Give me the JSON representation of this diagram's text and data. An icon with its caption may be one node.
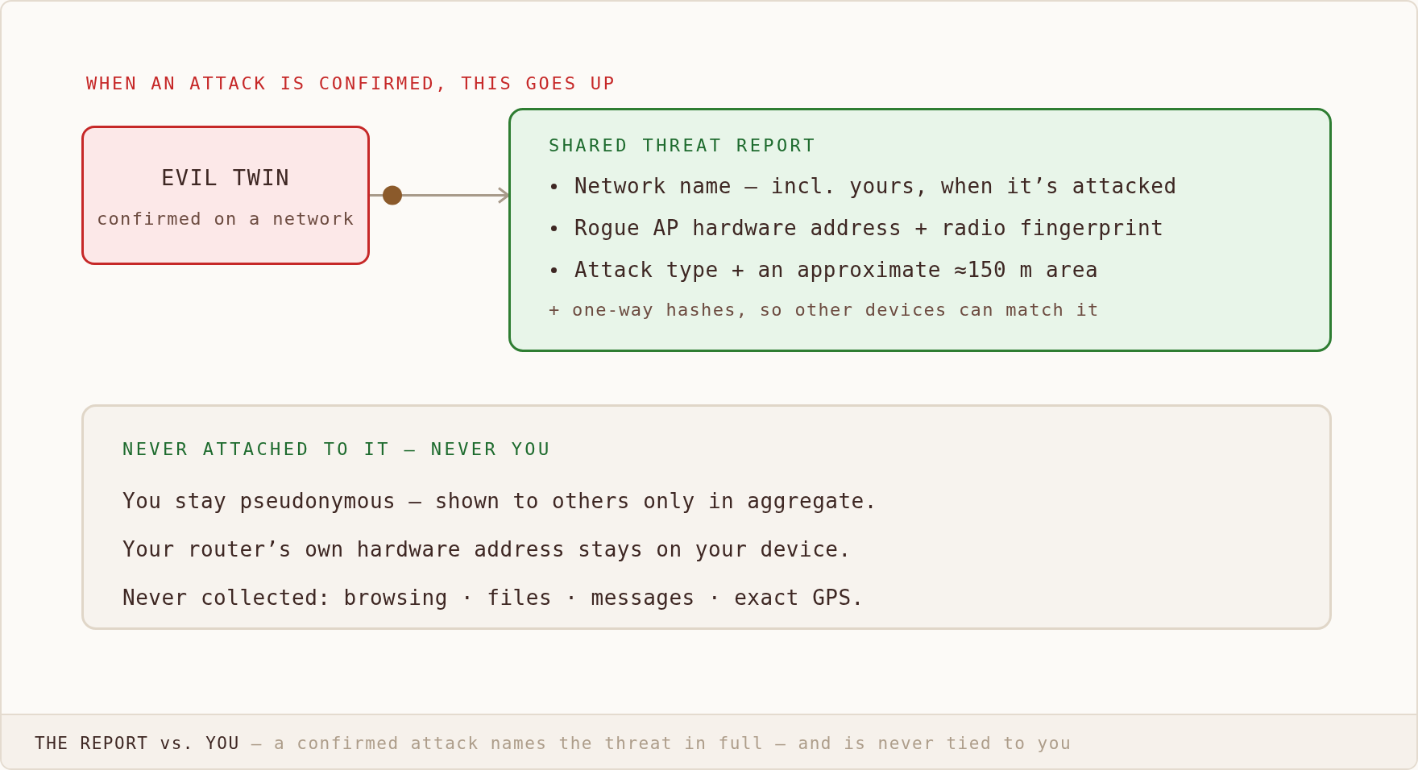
{
  "diagram": {
    "title": "WHEN AN ATTACK IS CONFIRMED, THIS GOES UP",
    "caption": "**THE REPORT vs. YOU** — a confirmed attack names the threat in full — and is never tied to you",
    "nodes": [
      {
        "text": [
          "EVIL TWIN",
          "confirmed on a network"
        ]
      },
      {
        "text": [
          "SHARED THREAT REPORT",
          "Network name — incl. yours, when it’s attacked",
          "Rogue AP hardware address + radio fingerprint",
          "Attack type + an approximate ≈150 m area",
          "+ one-way hashes, so other devices can match it"
        ]
      },
      {
        "text": [
          "NEVER ATTACHED TO IT — NEVER YOU",
          "You stay pseudonymous — shown to others only in aggregate.",
          "Your router’s own hardware address stays on your device.",
          "Never collected: browsing · files · messages · exact GPS."
        ]
      }
    ],
    "edges": [
      {
        "from": 0,
        "to": 1,
        "arrow": "to"
      }
    ]
  }
}
